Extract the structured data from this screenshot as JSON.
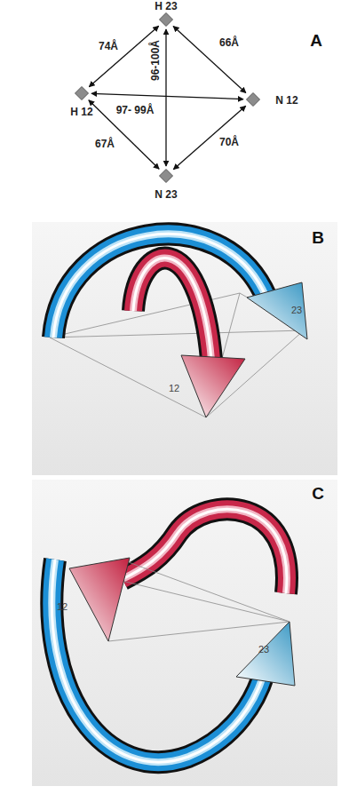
{
  "diagram": {
    "nodes": [
      {
        "text": [
          "H 23"
        ]
      },
      {
        "text": [
          "H 12"
        ]
      },
      {
        "text": [
          "N 12"
        ]
      },
      {
        "text": [
          "N 23"
        ]
      }
    ],
    "edges": [
      {
        "from": 0,
        "to": 1,
        "label": "74Å",
        "arrow": "both"
      },
      {
        "from": 0,
        "to": 2,
        "label": "66Å",
        "arrow": "both"
      },
      {
        "from": 1,
        "to": 2,
        "label": "97- 99Å",
        "arrow": "both"
      },
      {
        "from": 0,
        "to": 3,
        "label": "96-100Å",
        "arrow": "both"
      },
      {
        "from": 1,
        "to": 3,
        "label": "67Å",
        "arrow": "both"
      },
      {
        "from": 2,
        "to": 3,
        "label": "70Å",
        "arrow": "both"
      }
    ],
    "labels": [
      "A",
      "B",
      "23",
      "12",
      "C",
      "12",
      "23"
    ]
  }
}
